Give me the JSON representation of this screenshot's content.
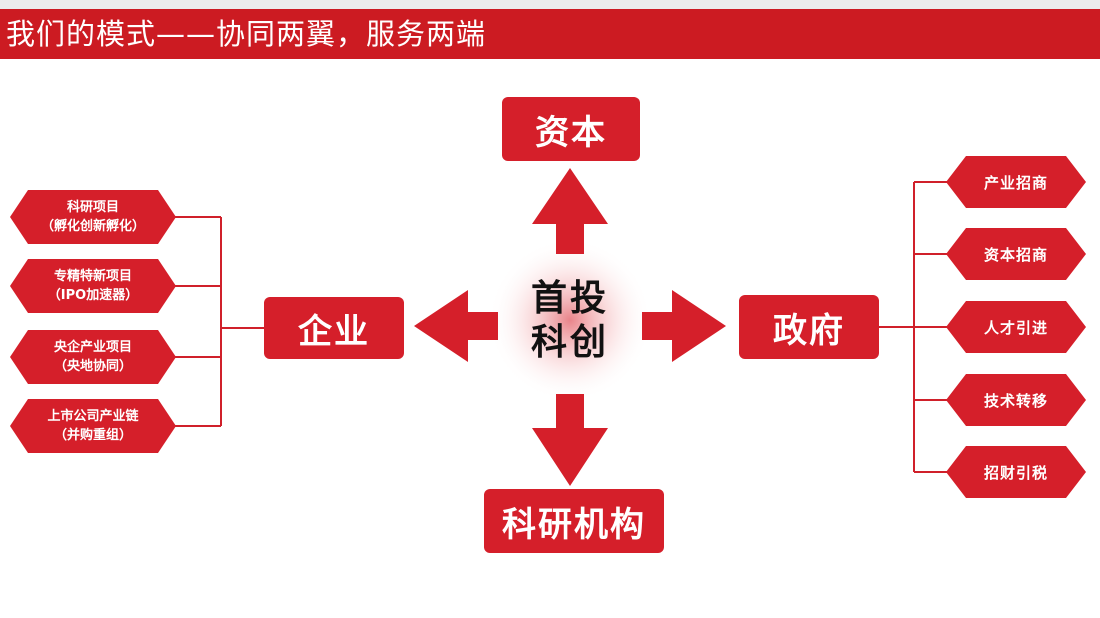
{
  "title": "我们的模式——协同两翼，服务两端",
  "center": {
    "line1": "首投",
    "line2": "科创"
  },
  "nodes": {
    "top": "资本",
    "left": "企业",
    "right": "政府",
    "bottom": "科研机构"
  },
  "left_items": [
    {
      "line1": "科研项目",
      "line2": "（孵化创新孵化）"
    },
    {
      "line1": "专精特新项目",
      "line2": "（IPO加速器）"
    },
    {
      "line1": "央企产业项目",
      "line2": "（央地协同）"
    },
    {
      "line1": "上市公司产业链",
      "line2": "（并购重组）"
    }
  ],
  "right_items": [
    {
      "label": "产业招商"
    },
    {
      "label": "资本招商"
    },
    {
      "label": "人才引进"
    },
    {
      "label": "技术转移"
    },
    {
      "label": "招财引税"
    }
  ],
  "colors": {
    "primary": "#d51f2a",
    "title_bar": "#cc1b22",
    "connector": "#d0202a"
  }
}
